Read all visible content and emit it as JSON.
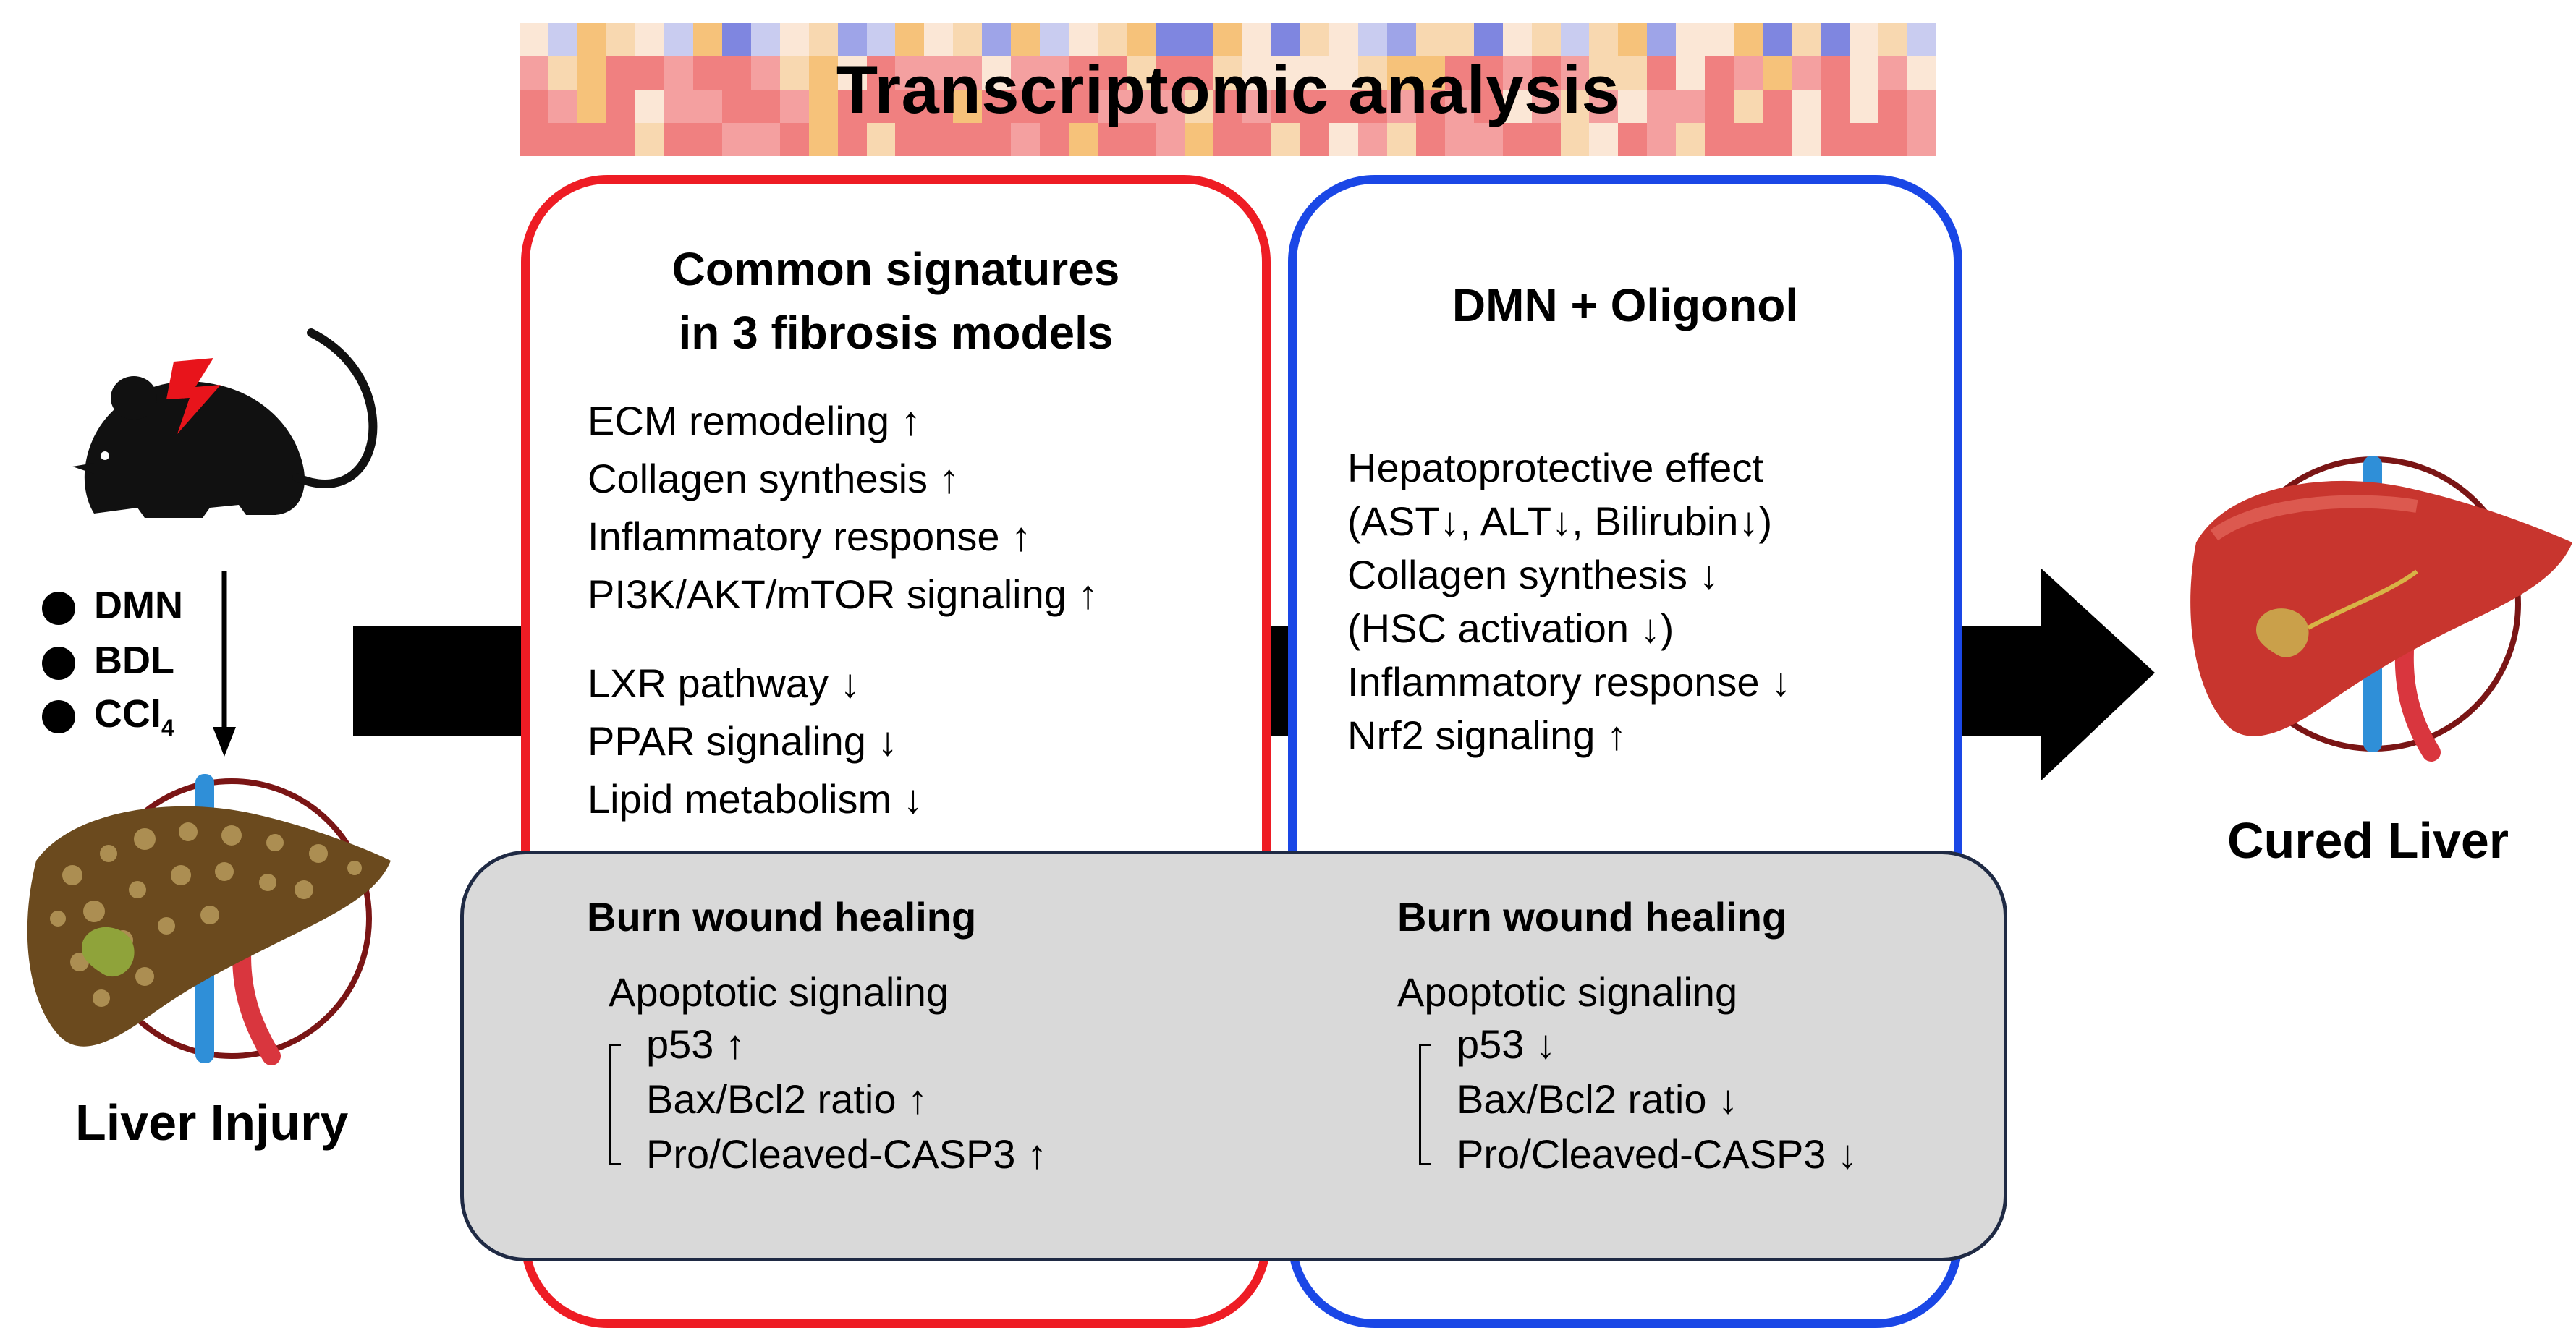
{
  "banner": {
    "title": "Transcriptomic analysis"
  },
  "left_panel": {
    "title_line1": "Common signatures",
    "title_line2": "in 3 fibrosis models",
    "items_up": [
      "ECM remodeling ↑",
      "Collagen synthesis ↑",
      "Inflammatory response ↑",
      "PI3K/AKT/mTOR signaling ↑"
    ],
    "items_down": [
      "LXR pathway ↓",
      "PPAR signaling ↓",
      "Lipid metabolism ↓"
    ]
  },
  "right_panel": {
    "title": "DMN + Oligonol",
    "items": [
      "Hepatoprotective effect",
      "(AST↓, ALT↓, Bilirubin↓)",
      "Collagen synthesis ↓",
      "(HSC activation ↓)",
      "Inflammatory response ↓",
      "Nrf2 signaling ↑"
    ]
  },
  "gray_left": {
    "title": "Burn wound healing",
    "subtitle": "Apoptotic signaling",
    "items": [
      "p53 ↑",
      "Bax/Bcl2 ratio ↑",
      "Pro/Cleaved-CASP3 ↑"
    ]
  },
  "gray_right": {
    "title": "Burn wound healing",
    "subtitle": "Apoptotic signaling",
    "items": [
      "p53 ↓",
      "Bax/Bcl2 ratio ↓",
      "Pro/Cleaved-CASP3 ↓"
    ]
  },
  "models": [
    "DMN",
    "BDL",
    "CCl",
    "4"
  ],
  "labels": {
    "liver_injury": "Liver Injury",
    "cured_liver": "Cured Liver"
  },
  "colors": {
    "left_panel_border": "#ee1c24",
    "right_panel_border": "#1a47e6",
    "gray_box_fill": "#d9d9d9",
    "heatmap_red": "#f08080",
    "heatmap_orange": "#f6c27a",
    "heatmap_blue": "#7f86e0"
  }
}
